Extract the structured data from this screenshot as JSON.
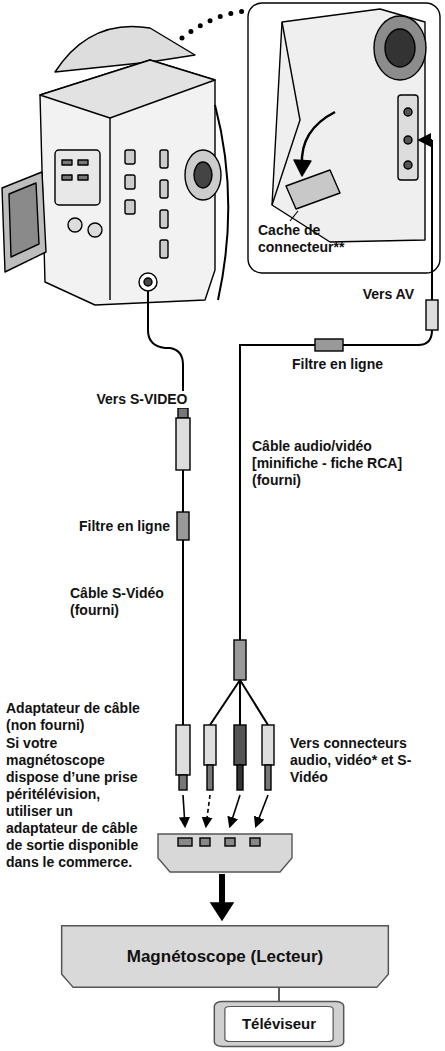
{
  "diagram": {
    "nodes": [
      {
        "text": [
          "Magnétoscope (Lecteur)"
        ]
      },
      {
        "text": [
          "Téléviseur"
        ]
      }
    ],
    "edges": [
      {
        "from": 0,
        "to": 1,
        "arrow": "none"
      }
    ],
    "labels": [
      "Cache de connecteur**",
      "Vers AV",
      "Filtre en ligne",
      "Vers S-VIDEO",
      "Filtre en ligne",
      "Câble audio/vidéo [minifiche - fiche RCA] (fourni)",
      "Câble S-Vidéo (fourni)",
      "Adaptateur de câble (non fourni)",
      "Si votre magnétoscope dispose d’une prise péritélévision, utiliser un adaptateur de câble de sortie disponible dans le commerce.",
      "Vers connecteurs audio, vidéo* et S-Vidéo"
    ]
  }
}
